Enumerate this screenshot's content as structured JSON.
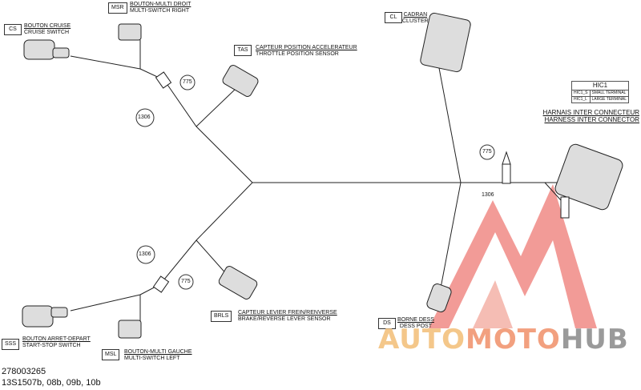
{
  "connectors": {
    "cs": {
      "code": "CS",
      "fr": "BOUTON CRUISE",
      "en": "CRUISE SWITCH"
    },
    "msr": {
      "code": "MSR",
      "fr": "BOUTON-MULTI DROIT",
      "en": "MULTI-SWITCH RIGHT"
    },
    "tas": {
      "code": "TAS",
      "fr": "CAPTEUR POSITION ACCELERATEUR",
      "en": "THROTTLE POSITION SENSOR"
    },
    "cl": {
      "code": "CL",
      "fr": "CADRAN",
      "en": "CLUSTER"
    },
    "brls": {
      "code": "BRLS",
      "fr": "CAPTEUR LEVIER FREIN/RENVERSE",
      "en": "BRAKE/REVERSE LEVER SENSOR"
    },
    "sss": {
      "code": "SSS",
      "fr": "BOUTON ARRET-DEPART",
      "en": "START-STOP SWITCH"
    },
    "msl": {
      "code": "MSL",
      "fr": "BOUTON-MULTI GAUCHE",
      "en": "MULTI-SWITCH LEFT"
    },
    "ds": {
      "code": "DS",
      "fr": "BORNE DESS",
      "en": "DESS POST"
    }
  },
  "harness": {
    "fr": "HARNAIS INTER CONNECTEUR",
    "en": "HARNESS INTER CONNECTOR",
    "table": {
      "title": "HIC1",
      "rows": [
        {
          "id": "HIC1_S",
          "desc": "SMALL TERMINAL"
        },
        {
          "id": "HIC1_L",
          "desc": "LARGE TERMINAL"
        }
      ]
    }
  },
  "refs": {
    "r775a": "775",
    "r1306a": "1306",
    "r775b": "775",
    "r1306b": "1306",
    "r775c": "775",
    "r1306c": "1306"
  },
  "footer": {
    "part_number": "278003265",
    "drawing_refs": "13S1507b, 08b, 09b, 10b"
  },
  "watermark": {
    "auto": "AUTO",
    "moto": "MOTO",
    "hub": "HUB"
  }
}
